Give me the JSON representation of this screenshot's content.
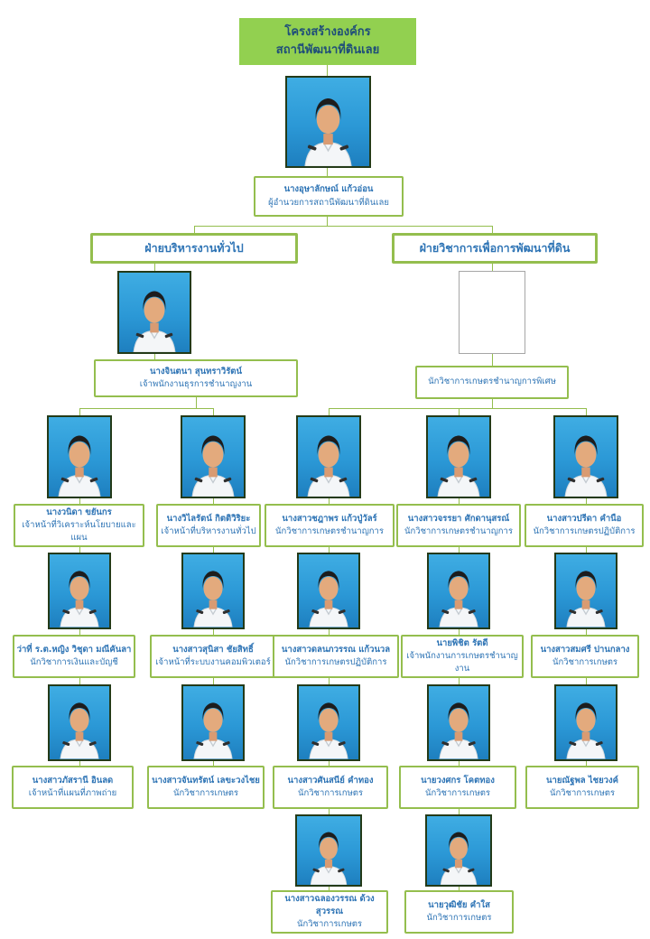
{
  "title": {
    "line1": "โครงสร้างองค์กร",
    "line2": "สถานีพัฒนาที่ดินเลย"
  },
  "director": {
    "name": "นางอุษาลักษณ์ แก้วอ่อน",
    "position": "ผู้อำนวยการสถานีพัฒนาที่ดินเลย"
  },
  "branch_left": {
    "label": "ฝ่ายบริหารงานทั่วไป"
  },
  "branch_right": {
    "label": "ฝ่ายวิชาการเพื่อการพัฒนาที่ดิน"
  },
  "admin_head": {
    "name": "นางจินตนา สุนทราวิรัตน์",
    "position": "เจ้าพนักงานธุรการชำนาญงาน"
  },
  "academic_head": {
    "position": "นักวิชาการเกษตรชำนาญการพิเศษ"
  },
  "row3": [
    {
      "name": "นางวนิดา ขยันกร",
      "position": "เจ้าหน้าที่วิเคราะห์นโยบายและแผน"
    },
    {
      "name": "นางวิไลรัตน์ กิตติวิริยะ",
      "position": "เจ้าหน้าที่บริหารงานทั่วไป"
    },
    {
      "name": "นางสาวชฎาพร แก้วปู่วัลร์",
      "position": "นักวิชาการเกษตรชำนาญการ"
    },
    {
      "name": "นางสาวจรรยา ศักดานุสรณ์",
      "position": "นักวิชาการเกษตรชำนาญการ"
    },
    {
      "name": "นางสาวปรีดา คำนือ",
      "position": "นักวิชาการเกษตรปฏิบัติการ"
    }
  ],
  "row4": [
    {
      "name": "ว่าที่ ร.ต.หญิง วิชุดา มณีคันลา",
      "position": "นักวิชาการเงินและบัญชี"
    },
    {
      "name": "นางสาวสุนิสา ชัยสิทธิ์",
      "position": "เจ้าหน้าที่ระบบงานคอมพิวเตอร์"
    },
    {
      "name": "นางสาวดลนภวรรณ แก้วนวล",
      "position": "นักวิชาการเกษตรปฏิบัติการ"
    },
    {
      "name": "นายพิชิต รัตดี",
      "position": "เจ้าพนักงานการเกษตรชำนาญงาน"
    },
    {
      "name": "นางสาวสมศรี ปานกลาง",
      "position": "นักวิชาการเกษตร"
    }
  ],
  "row5": [
    {
      "name": "นางสาวภัสรานี อินลด",
      "position": "เจ้าหน้าที่แผนที่ภาพถ่าย"
    },
    {
      "name": "นางสาวจันทรัตน์ เลขะวงไชย",
      "position": "นักวิชาการเกษตร"
    },
    {
      "name": "นางสาวศันสนีย์ คำทอง",
      "position": "นักวิชาการเกษตร"
    },
    {
      "name": "นายวงศกร โคตทอง",
      "position": "นักวิชาการเกษตร"
    },
    {
      "name": "นายณัฐพล ไชยวงค์",
      "position": "นักวิชาการเกษตร"
    }
  ],
  "row6": [
    {
      "name": "นางสาวฉลองวรรณ ด้วงสุวรรณ",
      "position": "นักวิชาการเกษตร"
    },
    {
      "name": "นายวุฒิชัย คำใส",
      "position": "นักวิชาการเกษตร"
    }
  ],
  "colors": {
    "title_fill": "#92D050",
    "border_green": "#94BE4E",
    "name_text_blue": "#2E74B5",
    "title_text_blue": "#1F4E79",
    "photo_background_blue": "#2B98D6"
  }
}
